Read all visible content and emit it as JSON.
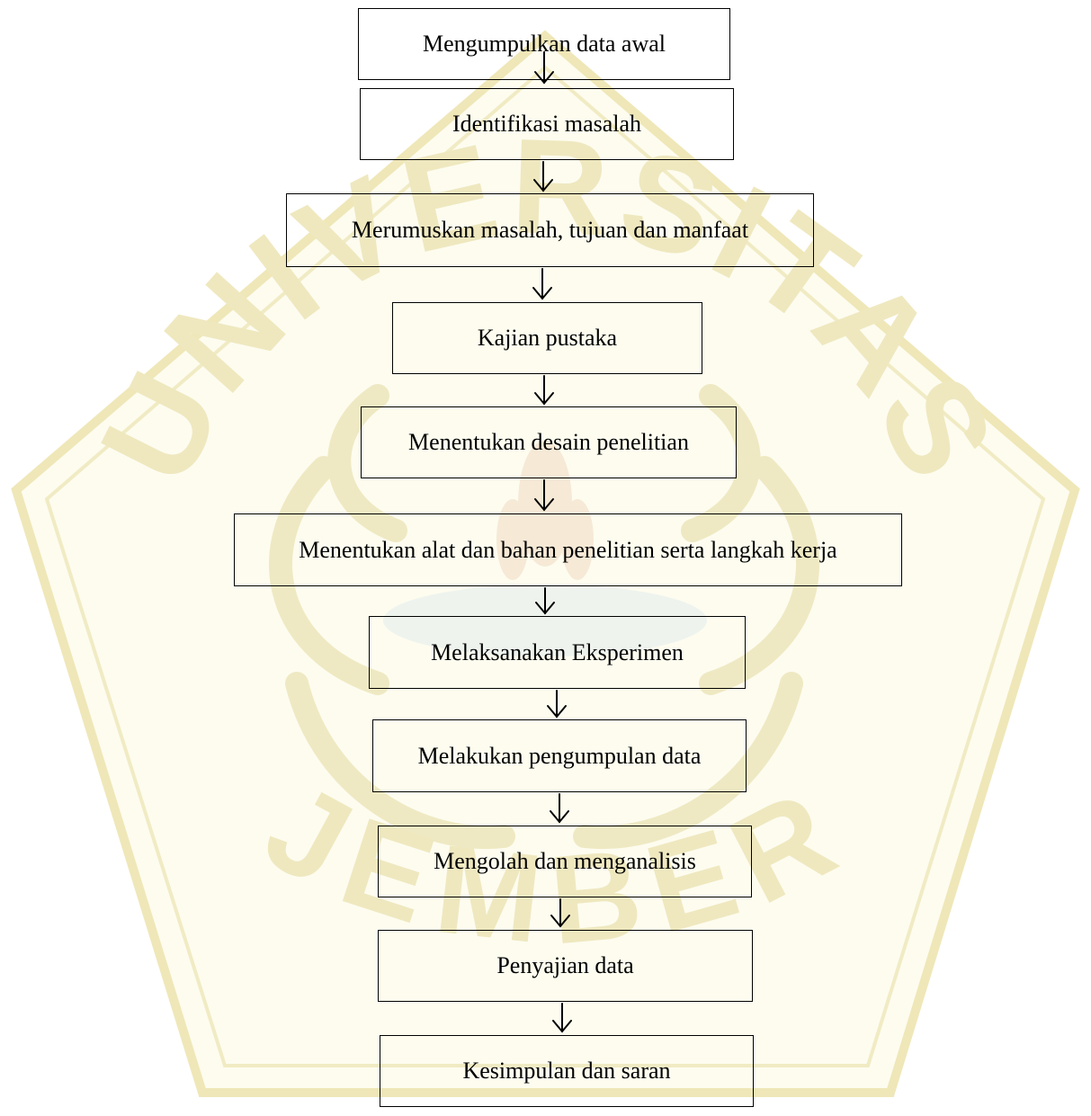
{
  "flowchart": {
    "steps": [
      "Mengumpulkan data awal",
      "Identifikasi masalah",
      "Merumuskan masalah, tujuan dan manfaat",
      "Kajian pustaka",
      "Menentukan desain penelitian",
      "Menentukan alat dan bahan penelitian serta langkah kerja",
      "Melaksanakan Eksperimen",
      "Melakukan pengumpulan data",
      "Mengolah dan menganalisis",
      "Penyajian data",
      "Kesimpulan dan saran"
    ]
  },
  "watermark": {
    "text_top": "UNIVERSITAS",
    "text_bottom": "JEMBER",
    "color": "#e8e0a8"
  }
}
